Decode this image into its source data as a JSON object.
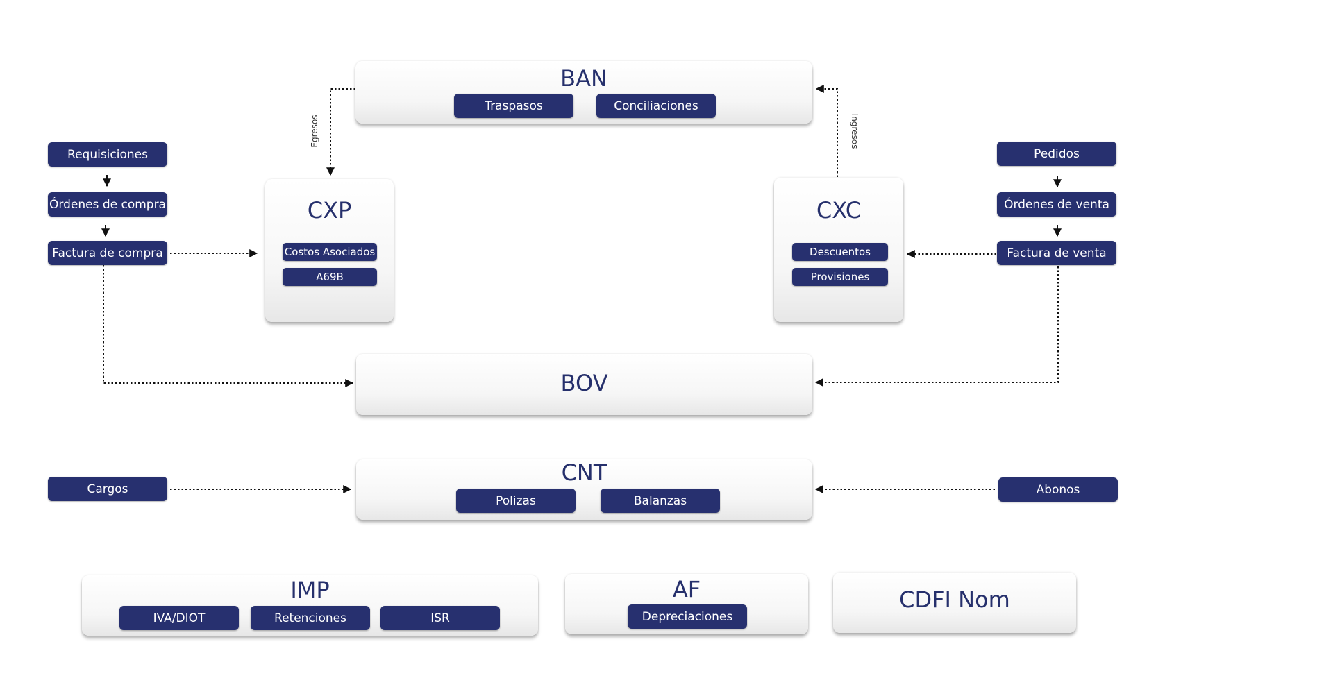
{
  "colors": {
    "chip_bg": "#27306f",
    "chip_text": "#ffffff",
    "title_text": "#26306c",
    "connector": "#111111"
  },
  "modules": {
    "ban": {
      "title": "BAN",
      "items": [
        "Traspasos",
        "Conciliaciones"
      ]
    },
    "cxp": {
      "title": "CXP",
      "items": [
        "Costos Asociados",
        "A69B"
      ]
    },
    "cxc": {
      "title": "CXC",
      "items": [
        "Descuentos",
        "Provisiones"
      ]
    },
    "bov": {
      "title": "BOV"
    },
    "cnt": {
      "title": "CNT",
      "items": [
        "Polizas",
        "Balanzas"
      ]
    },
    "imp": {
      "title": "IMP",
      "items": [
        "IVA/DIOT",
        "Retenciones",
        "ISR"
      ]
    },
    "af": {
      "title": "AF",
      "items": [
        "Depreciaciones"
      ]
    },
    "cdfi": {
      "title": "CDFI Nom"
    }
  },
  "purchase_flow": [
    "Requisiciones",
    "Órdenes de compra",
    "Factura de compra"
  ],
  "sales_flow": [
    "Pedidos",
    "Órdenes de venta",
    "Factura de venta"
  ],
  "side_items": {
    "left": "Cargos",
    "right": "Abonos"
  },
  "connector_labels": {
    "left": "Egresos",
    "right": "Ingresos"
  }
}
